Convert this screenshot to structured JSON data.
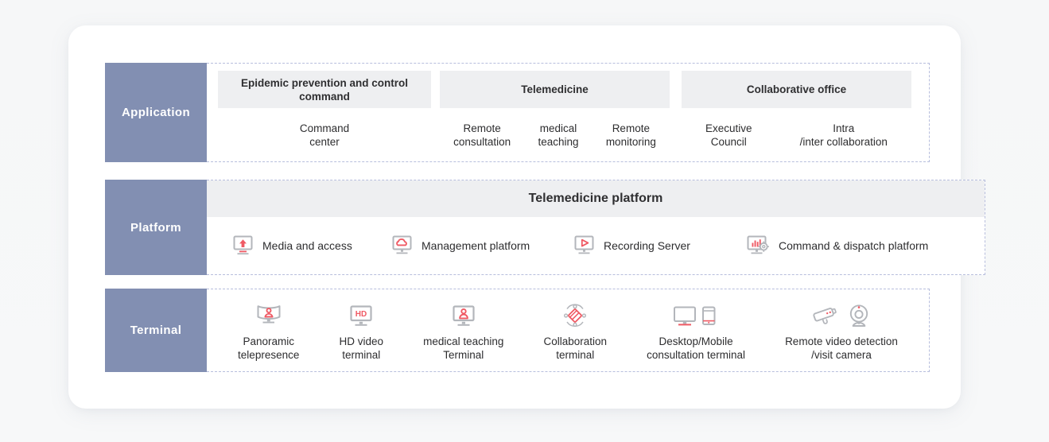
{
  "theme": {
    "sidebar_color": "#828fb2",
    "band_color": "#eeeff1",
    "dash_border_color": "#b7bedd",
    "accent_color": "#ef5a64",
    "icon_gray": "#b3b6bb",
    "card_background": "#ffffff",
    "page_background": "#f7f8f9"
  },
  "rows": {
    "application": {
      "label": "Application",
      "groups": [
        {
          "title": "Epidemic prevention\nand control command",
          "items": [
            {
              "label": "Command\ncenter"
            }
          ]
        },
        {
          "title": "Telemedicine",
          "items": [
            {
              "label": "Remote\nconsultation"
            },
            {
              "label": "medical\nteaching"
            },
            {
              "label": "Remote\nmonitoring"
            }
          ]
        },
        {
          "title": "Collaborative office",
          "items": [
            {
              "label": "Executive\nCouncil"
            },
            {
              "label": "Intra\n/inter collaboration"
            }
          ]
        }
      ]
    },
    "platform": {
      "label": "Platform",
      "title": "Telemedicine platform",
      "items": [
        {
          "label": "Media and access",
          "icon": "monitor-upload-icon"
        },
        {
          "label": "Management platform",
          "icon": "monitor-cloud-icon"
        },
        {
          "label": "Recording Server",
          "icon": "monitor-play-icon"
        },
        {
          "label": "Command & dispatch platform",
          "icon": "monitor-chart-gear-icon"
        }
      ]
    },
    "terminal": {
      "label": "Terminal",
      "items": [
        {
          "label": "Panoramic\ntelepresence",
          "icon": "curved-screen-person-icon"
        },
        {
          "label": "HD video\nterminal",
          "icon": "monitor-hd-icon"
        },
        {
          "label": "medical teaching\nTerminal",
          "icon": "monitor-person-icon"
        },
        {
          "label": "Collaboration\nterminal",
          "icon": "collaboration-diamond-icon"
        },
        {
          "label": "Desktop/Mobile\nconsultation terminal",
          "icon": "desktop-mobile-icon"
        },
        {
          "label": "Remote video detection\n/visit camera",
          "icon": "cctv-webcam-icon"
        }
      ]
    }
  },
  "icon_text": {
    "hd": "HD"
  }
}
